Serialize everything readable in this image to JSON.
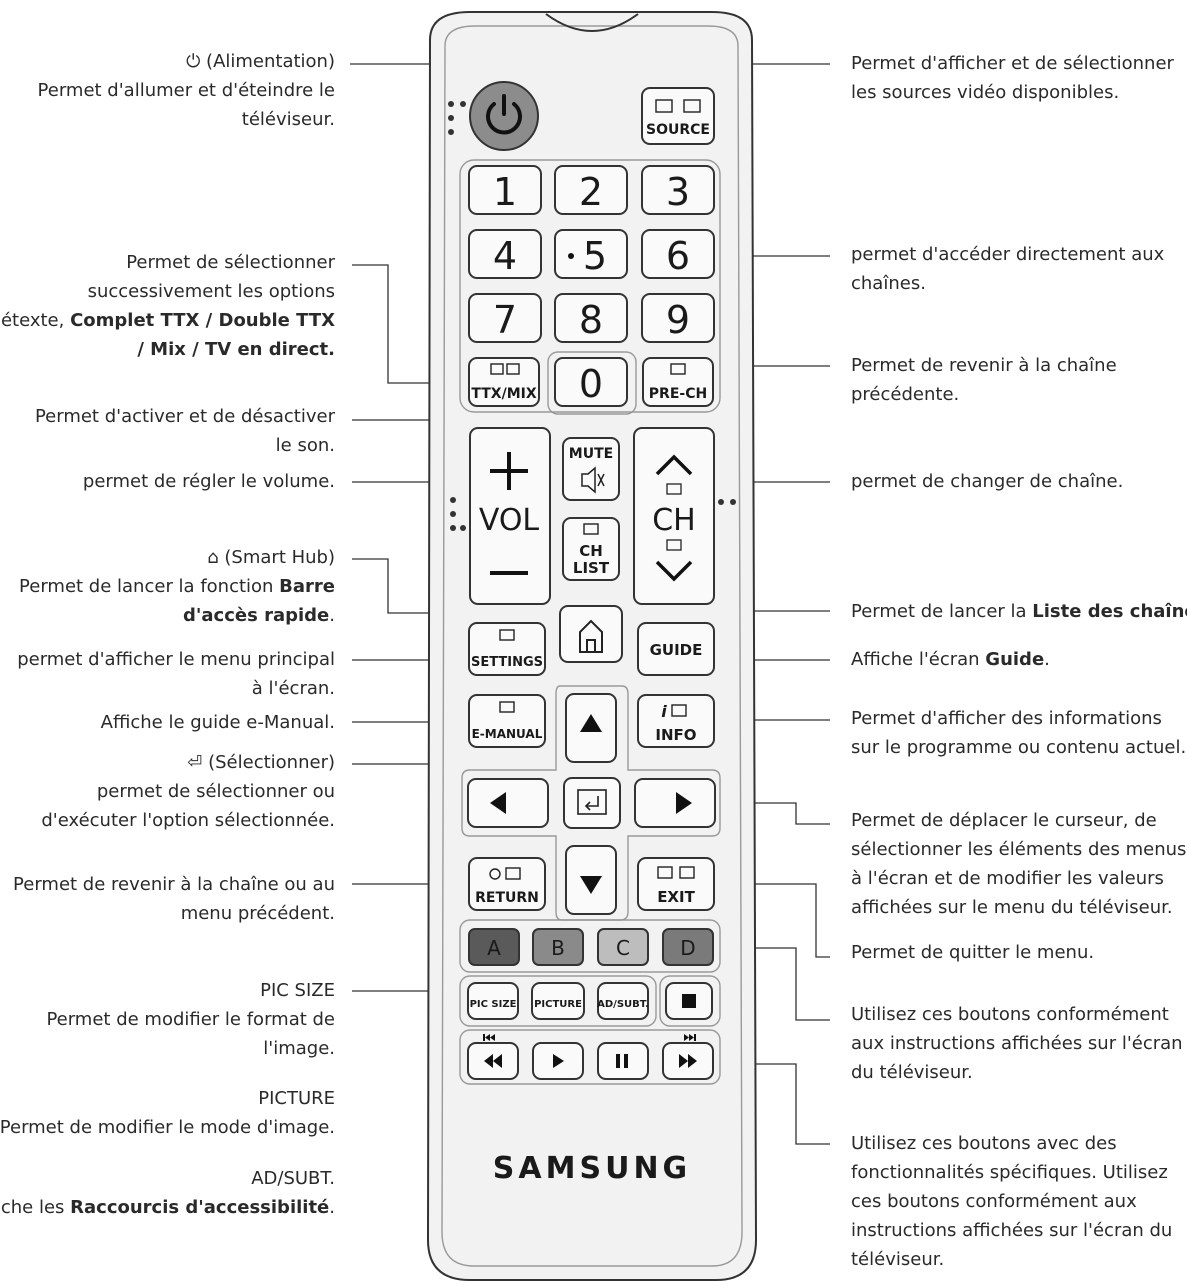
{
  "brand": "SAMSUNG",
  "buttons": {
    "source": "SOURCE",
    "digits": [
      "1",
      "2",
      "3",
      "4",
      "5",
      "6",
      "7",
      "8",
      "9",
      "0"
    ],
    "digit5": "5",
    "ttx": "TTX/MIX",
    "prech": "PRE-CH",
    "mute": "MUTE",
    "vol": "VOL",
    "ch": "CH",
    "chlist_1": "CH",
    "chlist_2": "LIST",
    "settings": "SETTINGS",
    "guide": "GUIDE",
    "emanual": "E-MANUAL",
    "info": "INFO",
    "info_i": "i",
    "return": "RETURN",
    "exit": "EXIT",
    "color_a": "A",
    "color_b": "B",
    "color_c": "C",
    "color_d": "D",
    "picsize": "PIC SIZE",
    "picture": "PICTURE",
    "adsubt": "AD/SUBT."
  },
  "colors": {
    "btn_a": "#5a5a5a",
    "btn_b": "#8a8a8a",
    "btn_c": "#bdbdbd",
    "btn_d": "#7a7a7a",
    "power": "#8c8c8c",
    "body": "#f2f2f2"
  },
  "labels_left": {
    "power_title": "(Alimentation)",
    "power_desc_1": "Permet d'allumer et d'éteindre le",
    "power_desc_2": "téléviseur.",
    "ttx_1": "Permet de sélectionner",
    "ttx_2": "successivement les options",
    "ttx_3a": "Télétexte, ",
    "ttx_3b": "Complet TTX / Double TTX",
    "ttx_4": "/ Mix / TV en direct.",
    "mute_1": "Permet d'activer et de désactiver",
    "mute_2": "le son.",
    "vol": "permet de régler le volume.",
    "hub_title": "(Smart Hub)",
    "hub_1a": "Permet de lancer la fonction ",
    "hub_1b": "Barre",
    "hub_2": "d'accès rapide",
    "hub_2end": ".",
    "settings_1": "permet d'afficher le menu principal",
    "settings_2": "à l'écran.",
    "emanual": "Affiche le guide e-Manual.",
    "select_title": "(Sélectionner)",
    "select_1": "permet de sélectionner ou",
    "select_2": "d'exécuter l'option sélectionnée.",
    "return_1": "Permet de revenir à la chaîne ou au",
    "return_2": "menu précédent.",
    "picsize_title": "PIC SIZE",
    "picsize_1": "Permet de modifier le format de",
    "picsize_2": "l'image.",
    "picture_title": "PICTURE",
    "picture_1": "Permet de modifier le mode d'image.",
    "adsubt_title": "AD/SUBT.",
    "adsubt_1a": "Affiche les ",
    "adsubt_1b": "Raccourcis d'accessibilité",
    "adsubt_1c": "."
  },
  "labels_right": {
    "source_1": "Permet d'afficher et de sélectionner",
    "source_2": "les sources vidéo disponibles.",
    "digits_1": "permet d'accéder directement aux",
    "digits_2": "chaînes.",
    "prech_1": "Permet de revenir à la chaîne",
    "prech_2": "précédente.",
    "ch": "permet de changer de chaîne.",
    "chlist_a": "Permet de lancer la ",
    "chlist_b": "Liste des chaînes",
    "chlist_c": ".",
    "guide_a": "Affiche l'écran ",
    "guide_b": "Guide",
    "guide_c": ".",
    "info_1": "Permet d'afficher des informations",
    "info_2": "sur le programme ou contenu actuel.",
    "nav_1": "Permet de déplacer le curseur, de",
    "nav_2": "sélectionner les éléments des menus",
    "nav_3": "à l'écran et de modifier les valeurs",
    "nav_4": "affichées sur le menu du téléviseur.",
    "exit": "Permet de quitter le menu.",
    "color_1": "Utilisez ces boutons conformément",
    "color_2": "aux instructions affichées sur l'écran",
    "color_3": "du téléviseur.",
    "media_1": "Utilisez ces boutons avec des",
    "media_2": "fonctionnalités spécifiques. Utilisez",
    "media_3": "ces boutons conformément aux",
    "media_4": "instructions affichées sur l'écran du",
    "media_5": "téléviseur."
  }
}
